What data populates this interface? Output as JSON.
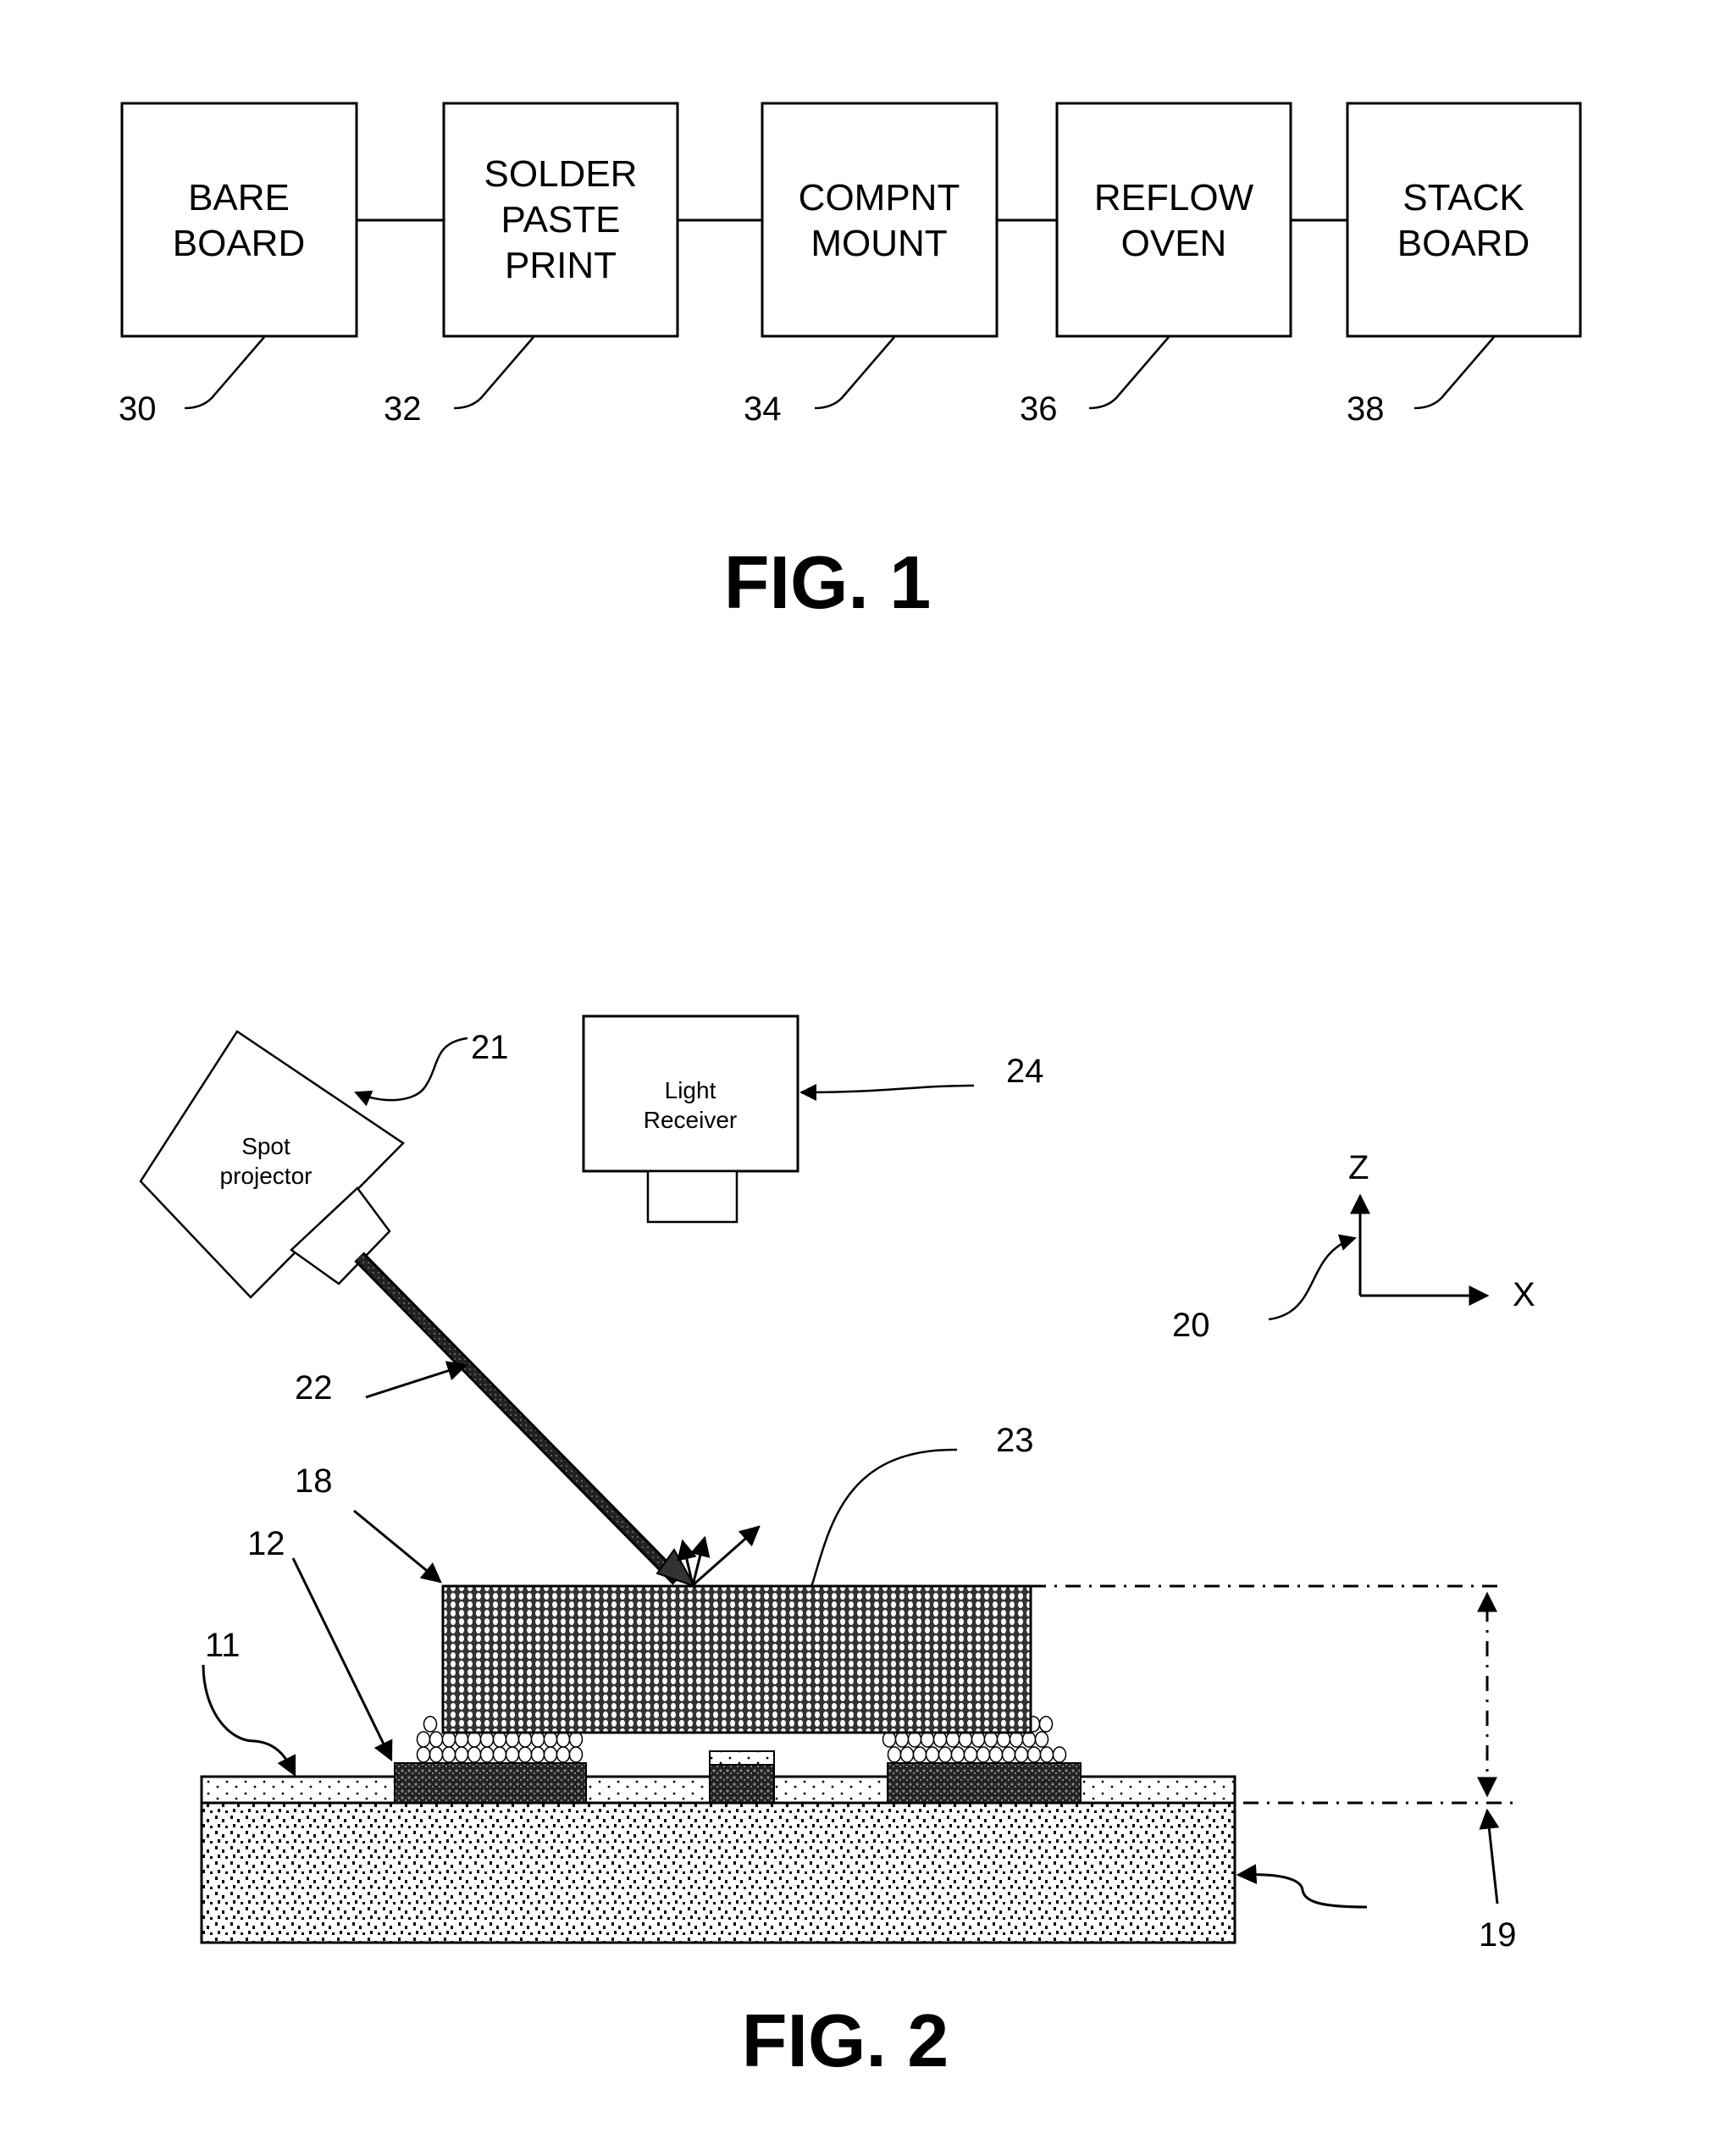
{
  "figure1": {
    "title": "FIG. 1",
    "steps": [
      {
        "ref": "30",
        "lines": [
          "BARE",
          "BOARD"
        ]
      },
      {
        "ref": "32",
        "lines": [
          "SOLDER",
          "PASTE",
          "PRINT"
        ]
      },
      {
        "ref": "34",
        "lines": [
          "COMPNT",
          "MOUNT"
        ]
      },
      {
        "ref": "36",
        "lines": [
          "REFLOW",
          "OVEN"
        ]
      },
      {
        "ref": "38",
        "lines": [
          "STACK",
          "BOARD"
        ]
      }
    ]
  },
  "figure2": {
    "title": "FIG. 2",
    "spot_projector": {
      "ref": "21",
      "lines": [
        "Spot",
        "projector"
      ]
    },
    "light_receiver": {
      "ref": "24",
      "lines": [
        "Light",
        "Receiver"
      ]
    },
    "beam": {
      "ref": "22"
    },
    "spot": {
      "ref": "23"
    },
    "coordinate_system": {
      "ref": "20",
      "z_label": "Z",
      "x_label": "X"
    },
    "component": {
      "ref": "18"
    },
    "solder_pad": {
      "ref": "12"
    },
    "board_surface_layer": {
      "ref": "11"
    },
    "height_dimension": {
      "ref": "19"
    }
  }
}
